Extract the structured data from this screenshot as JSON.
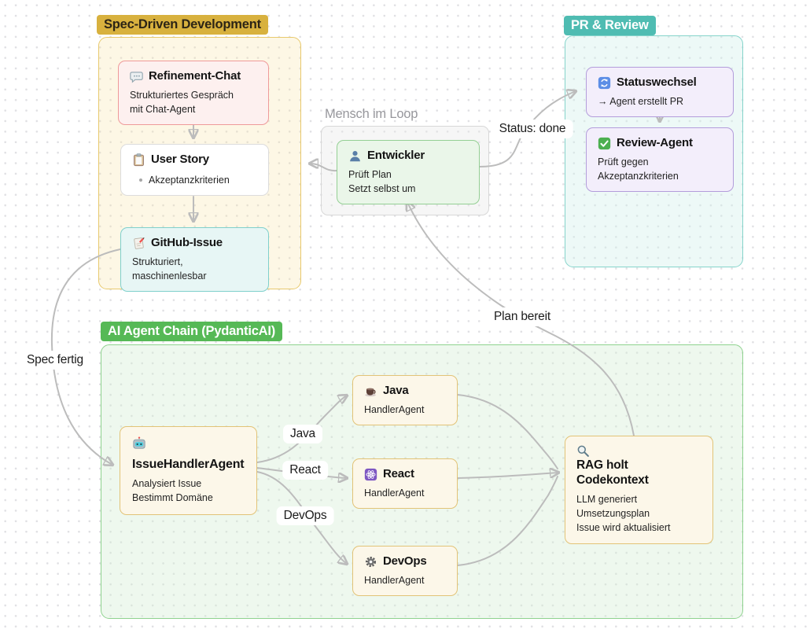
{
  "groups": {
    "spec": {
      "label": "Spec-Driven Development"
    },
    "mensch": {
      "label": "Mensch im Loop"
    },
    "pr": {
      "label": "PR & Review"
    },
    "ai": {
      "label": "AI Agent Chain (PydanticAI)"
    }
  },
  "nodes": {
    "refinement_chat": {
      "icon": "speech-bubble-icon",
      "title": "Refinement-Chat",
      "line1": "Strukturiertes Gespräch",
      "line2": "mit Chat-Agent"
    },
    "user_story": {
      "icon": "clipboard-icon",
      "title": "User Story",
      "bullet": "Akzeptanzkriterien"
    },
    "github_issue": {
      "icon": "memo-icon",
      "title": "GitHub-Issue",
      "line1": "Strukturiert, maschinenlesbar"
    },
    "entwickler": {
      "icon": "person-icon",
      "title": "Entwickler",
      "line1": "Prüft Plan",
      "line2": "Setzt selbst um"
    },
    "statuswechsel": {
      "icon": "refresh-icon",
      "title": "Statuswechsel",
      "line1": "→ Agent erstellt PR"
    },
    "review_agent": {
      "icon": "check-icon",
      "title": "Review-Agent",
      "line1": "Prüft gegen",
      "line2": "Akzeptanzkriterien"
    },
    "issue_handler": {
      "icon": "robot-icon",
      "title": "IssueHandlerAgent",
      "line1": "Analysiert Issue",
      "line2": "Bestimmt Domäne"
    },
    "java_handler": {
      "icon": "coffee-icon",
      "title": "Java",
      "line1": "HandlerAgent"
    },
    "react_handler": {
      "icon": "react-icon",
      "title": "React",
      "line1": "HandlerAgent"
    },
    "devops_handler": {
      "icon": "gear-icon",
      "title": "DevOps",
      "line1": "HandlerAgent"
    },
    "rag": {
      "icon": "magnifier-icon",
      "title": "RAG holt Codekontext",
      "line1": "LLM generiert Umsetzungsplan",
      "line2": "Issue wird aktualisiert"
    }
  },
  "edge_labels": {
    "status_done": "Status: done",
    "spec_fertig": "Spec fertig",
    "plan_bereit": "Plan bereit",
    "java": "Java",
    "react": "React",
    "devops": "DevOps"
  },
  "colors": {
    "spec_badge": "#d8b13e",
    "pr_badge": "#4fbcb2",
    "ai_badge": "#56b956",
    "edge": "#bcbcbc",
    "node_red_border": "#ef9a9a",
    "node_teal_border": "#7fd0cc",
    "node_green_border": "#94cf94",
    "node_purple_border": "#b39ddb",
    "node_gold_border": "#e2c377"
  }
}
